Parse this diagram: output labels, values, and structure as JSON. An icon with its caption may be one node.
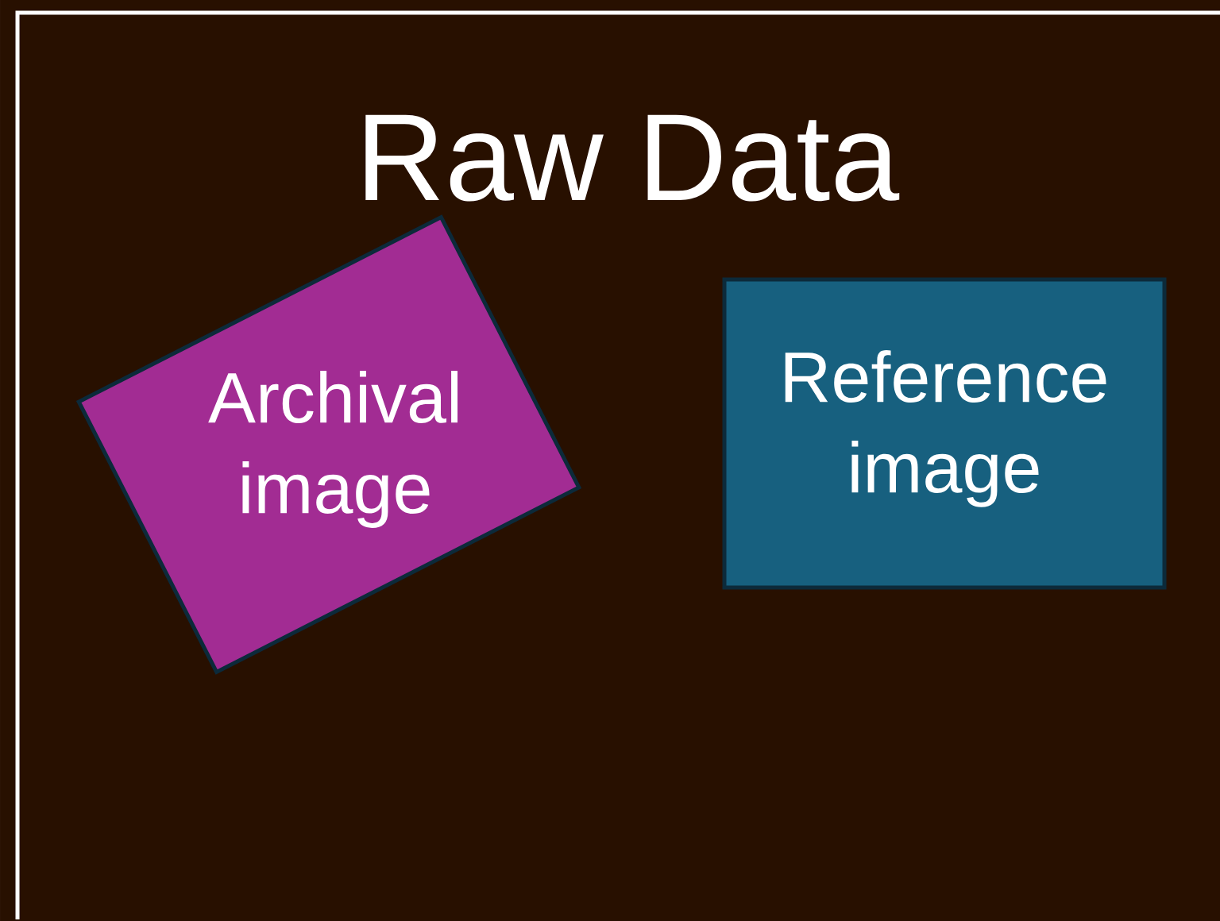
{
  "diagram": {
    "nodes": [
      {
        "text": [
          "Raw Data"
        ]
      },
      {
        "text": [
          "Archival image"
        ],
        "in": 0
      },
      {
        "text": [
          "Reference image"
        ],
        "in": 0
      }
    ]
  }
}
